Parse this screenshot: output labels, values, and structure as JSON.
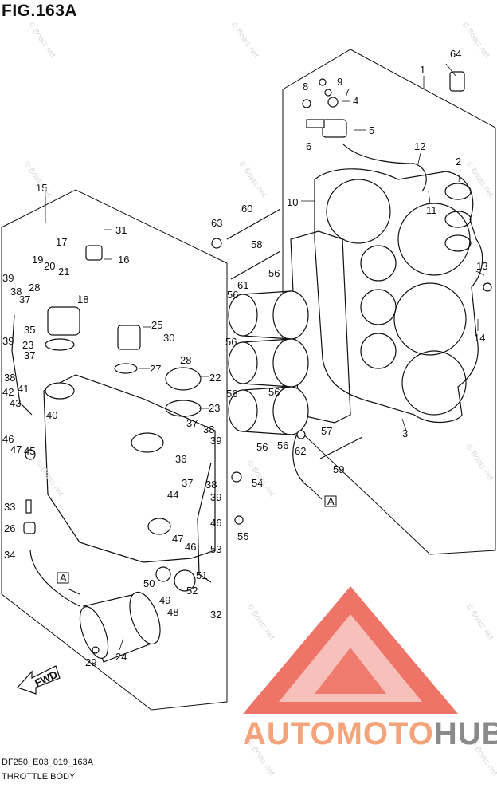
{
  "figure": {
    "title": "FIG.163A",
    "code": "DF250_E03_019_163A",
    "caption": "THROTTLE BODY"
  },
  "watermark": {
    "brand_part1": "AUTOMOTO",
    "brand_part2": "HUB",
    "site_text": "© Boats.net",
    "logo_color": "#e8402e",
    "text_color": "#f4a37a",
    "text_color_2": "#8a8a8a"
  },
  "fwd_label": "FWD",
  "ref_box": "A",
  "callouts": {
    "c1": "1",
    "c2": "2",
    "c3": "3",
    "c4": "4",
    "c5": "5",
    "c6": "6",
    "c7": "7",
    "c8": "8",
    "c9": "9",
    "c10": "10",
    "c11": "11",
    "c12": "12",
    "c13": "13",
    "c14": "14",
    "c15": "15",
    "c16": "16",
    "c17": "17",
    "c18": "18",
    "c19": "19",
    "c20": "20",
    "c21": "21",
    "c22": "22",
    "c23": "23",
    "c24": "24",
    "c25": "25",
    "c26": "26",
    "c27": "27",
    "c28": "28",
    "c29": "29",
    "c30": "30",
    "c31": "31",
    "c32": "32",
    "c33": "33",
    "c34": "34",
    "c35": "35",
    "c36": "36",
    "c37": "37",
    "c38": "38",
    "c39": "39",
    "c40": "40",
    "c41": "41",
    "c42": "42",
    "c43": "43",
    "c44": "44",
    "c45": "45",
    "c46": "46",
    "c47": "47",
    "c48": "48",
    "c49": "49",
    "c50": "50",
    "c51": "51",
    "c52": "52",
    "c53": "53",
    "c54": "54",
    "c55": "55",
    "c56": "56",
    "c57": "57",
    "c58": "58",
    "c59": "59",
    "c60": "60",
    "c61": "61",
    "c62": "62",
    "c63": "63",
    "c64": "64"
  }
}
